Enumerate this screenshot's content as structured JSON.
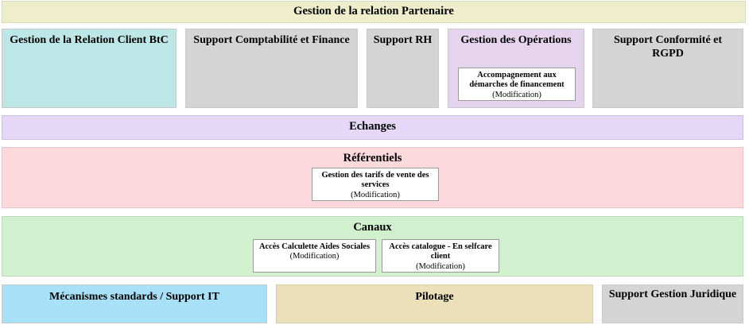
{
  "header": {
    "title": "Gestion de la relation Partenaire",
    "bg": "#eeeecc"
  },
  "domains": [
    {
      "label": "Gestion de la Relation Client BtC",
      "bg": "#bde6e6",
      "cards": []
    },
    {
      "label": "Support Comptabilité et Finance",
      "bg": "#d4d4d4",
      "cards": []
    },
    {
      "label": "Support RH",
      "bg": "#d4d4d4",
      "cards": []
    },
    {
      "label": "Gestion des Opérations",
      "bg": "#e6d4ef",
      "cards": [
        {
          "title": "Accompagnement aux démarches de financement",
          "status": "(Modification)"
        }
      ]
    },
    {
      "label": "Support Conformité et RGPD",
      "bg": "#d4d4d4",
      "cards": []
    }
  ],
  "bands": [
    {
      "label": "Echanges",
      "bg": "#e5d7f7",
      "cards": []
    },
    {
      "label": "Référentiels",
      "bg": "#fcd9dd",
      "cards": [
        {
          "title": "Gestion des tarifs de vente des services",
          "status": "(Modification)"
        }
      ]
    },
    {
      "label": "Canaux",
      "bg": "#d1f0ce",
      "cards": [
        {
          "title": "Accès Calculette Aides Sociales",
          "status": "(Modification)"
        },
        {
          "title": "Accès catalogue - En selfcare client",
          "status": "(Modification)"
        }
      ]
    }
  ],
  "footer": [
    {
      "label": "Mécanismes standards / Support IT",
      "bg": "#a8e1f7"
    },
    {
      "label": "Pilotage",
      "bg": "#ebe0b9"
    },
    {
      "label": "Support Gestion Juridique",
      "bg": "#d4d4d4"
    }
  ]
}
